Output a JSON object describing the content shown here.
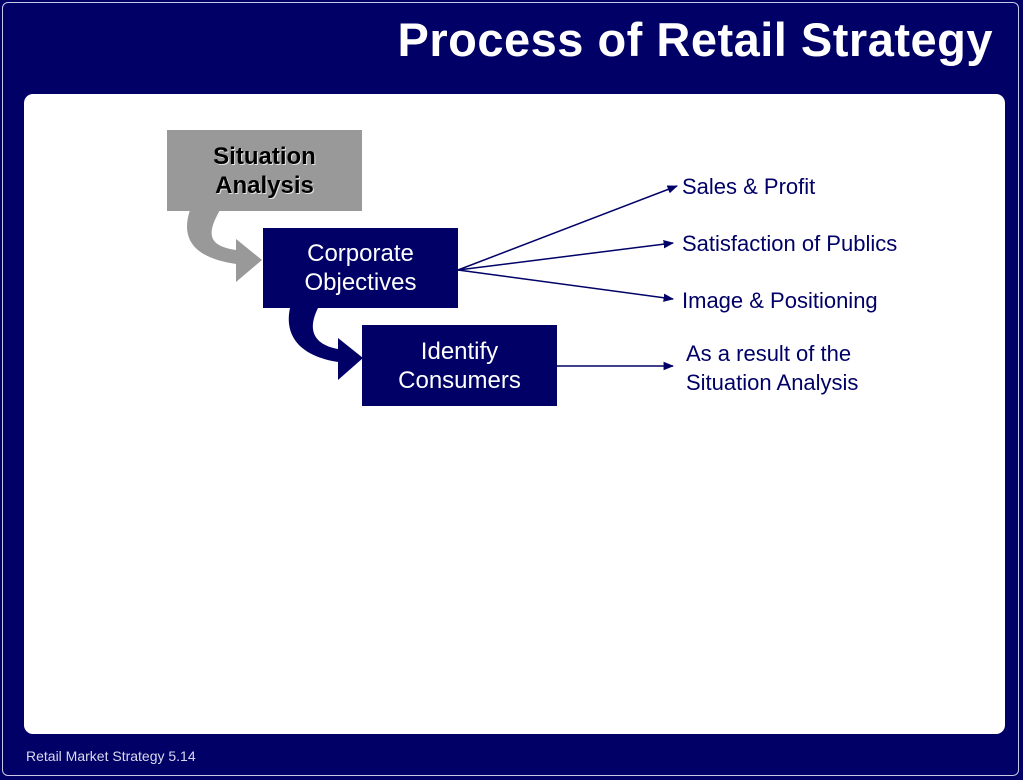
{
  "slide": {
    "title": "Process of Retail Strategy",
    "footer": "Retail Market Strategy 5.14"
  },
  "steps": {
    "situation": "Situation\nAnalysis",
    "corporate": "Corporate\nObjectives",
    "identify": "Identify\nConsumers"
  },
  "objectives": [
    "Sales & Profit",
    "Satisfaction of Publics",
    "Image & Positioning"
  ],
  "consumer_note": "As a result of the\nSituation Analysis",
  "colors": {
    "background": "#000066",
    "gray_box": "#999999",
    "navy_box": "#000066",
    "text": "#000066"
  }
}
